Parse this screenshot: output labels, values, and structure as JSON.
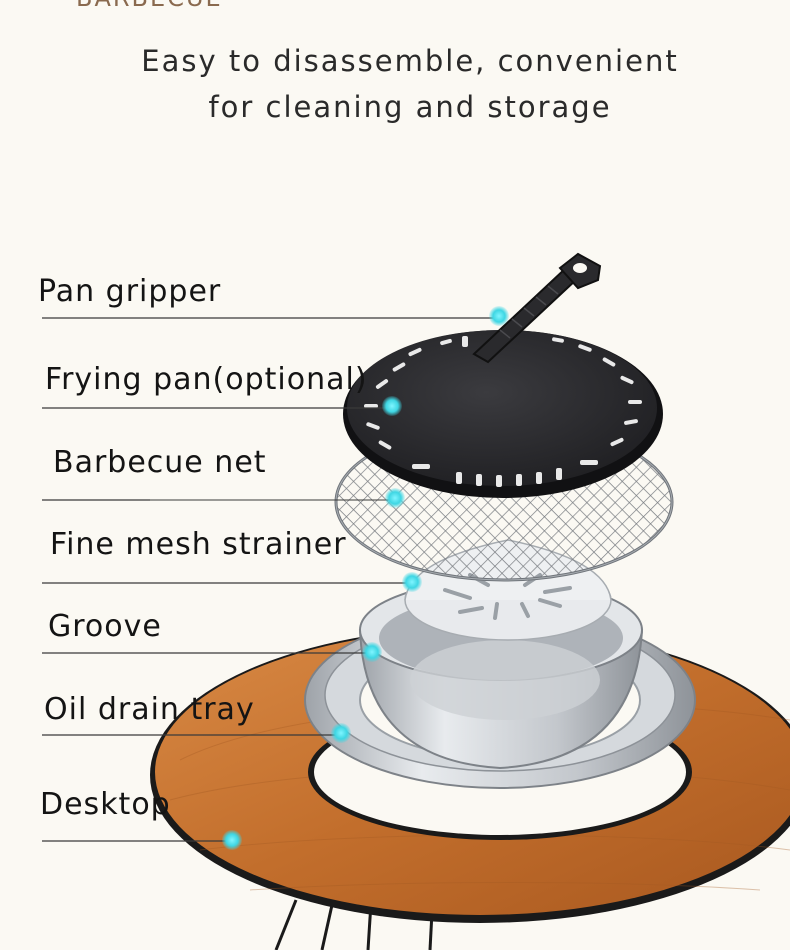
{
  "brand": "BARBECUE",
  "headline": {
    "line1": "Easy to disassemble, convenient",
    "line2": "for cleaning and storage"
  },
  "parts": [
    {
      "label": "Pan gripper"
    },
    {
      "label": "Frying pan(optional)"
    },
    {
      "label": "Barbecue net"
    },
    {
      "label": "Fine mesh strainer"
    },
    {
      "label": "Groove"
    },
    {
      "label": "Oil drain tray"
    },
    {
      "label": "Desktop"
    }
  ],
  "colors": {
    "background": "#fbf9f3",
    "marker": "#3fd6e3",
    "wood": "#c8742f",
    "pan": "#2b2b2e",
    "steel": "#c9cdd2"
  }
}
